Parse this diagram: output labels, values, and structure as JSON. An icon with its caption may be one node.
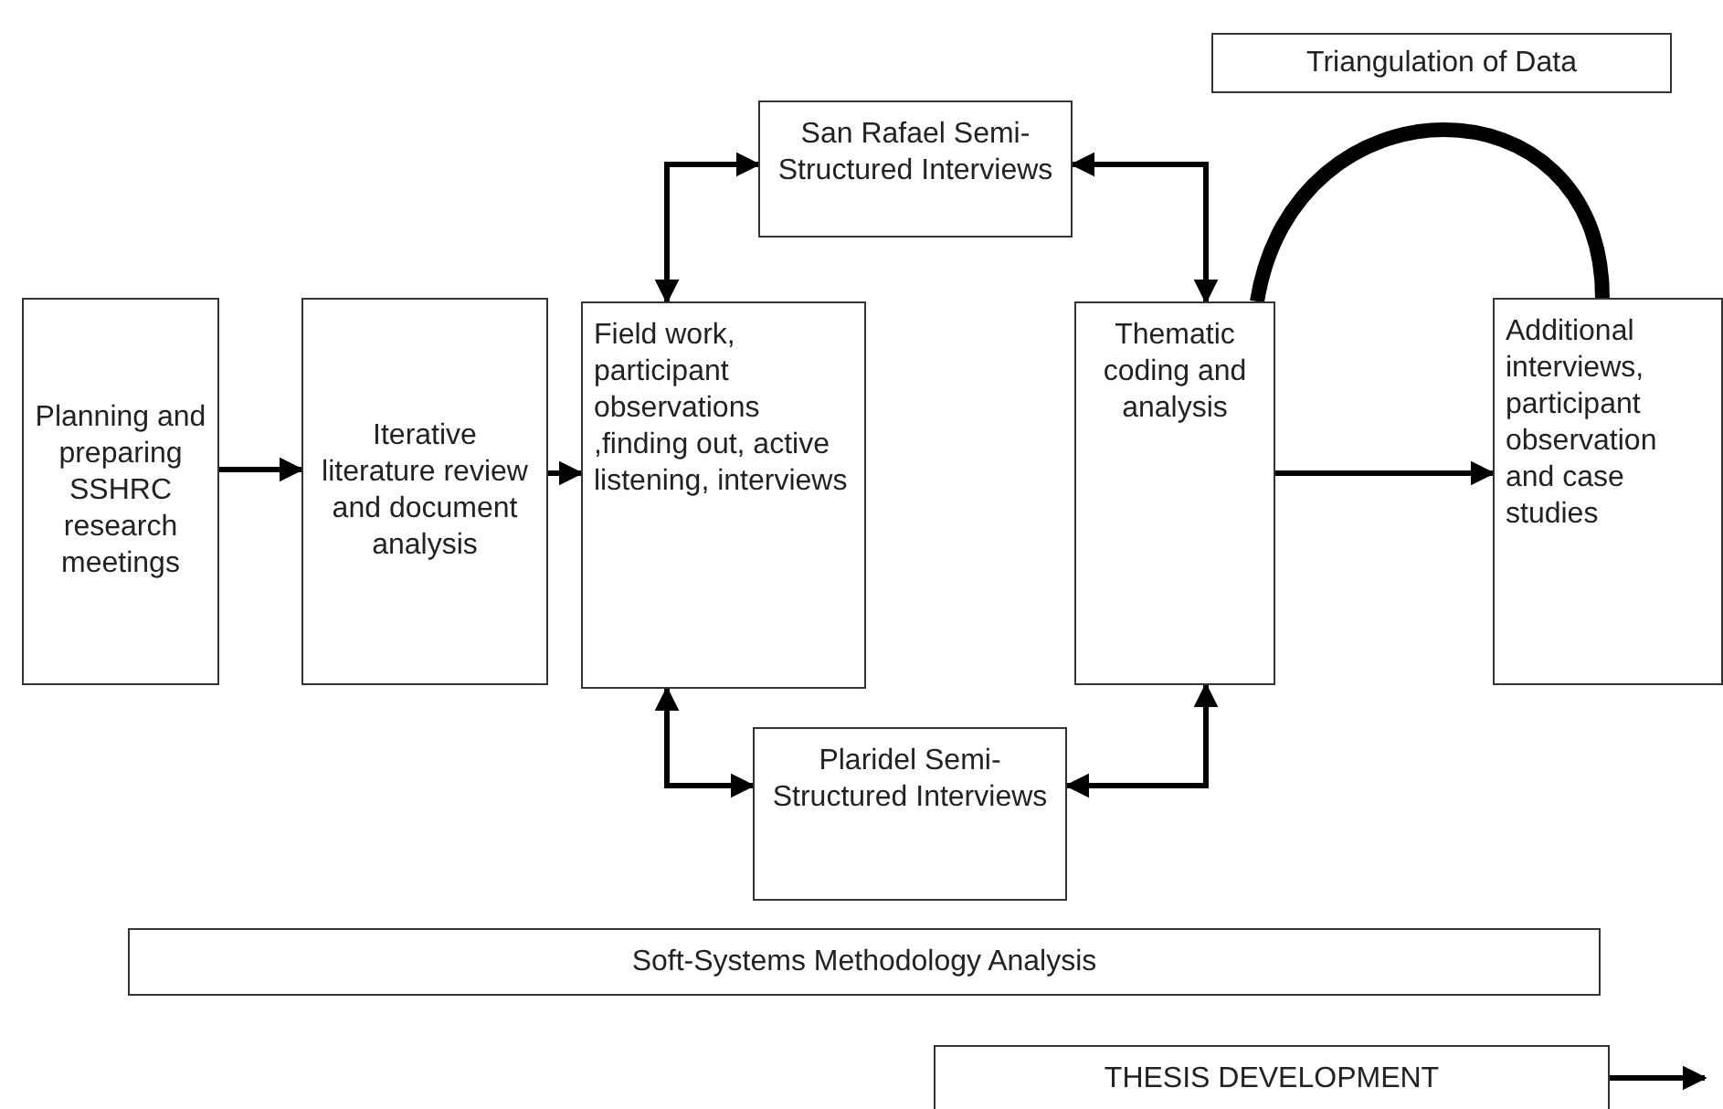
{
  "diagram": {
    "nodes": [
      {
        "text": [
          "Planning and preparing SSHRC research meetings"
        ]
      },
      {
        "text": [
          "Iterative literature review and document analysis"
        ]
      },
      {
        "text": [
          "Field work, participant observations ,finding out, active listening, interviews"
        ]
      },
      {
        "text": [
          "San Rafael Semi-Structured Interviews"
        ]
      },
      {
        "text": [
          "Thematic coding and analysis"
        ]
      },
      {
        "text": [
          "Additional interviews, participant observation and case studies"
        ]
      },
      {
        "text": [
          "Plaridel Semi-Structured Interviews"
        ]
      },
      {
        "text": [
          "Triangulation of Data"
        ]
      },
      {
        "text": [
          "Soft-Systems Methodology Analysis"
        ]
      },
      {
        "text": [
          "THESIS DEVELOPMENT"
        ]
      }
    ],
    "edges": [
      {
        "from": 0,
        "to": 1,
        "arrow": "to"
      },
      {
        "from": 1,
        "to": 2,
        "arrow": "to"
      },
      {
        "from": 2,
        "to": 3,
        "arrow": "both"
      },
      {
        "from": 3,
        "to": 4,
        "arrow": "both"
      },
      {
        "from": 2,
        "to": 6,
        "arrow": "both"
      },
      {
        "from": 6,
        "to": 4,
        "arrow": "both"
      },
      {
        "from": 4,
        "to": 5,
        "arrow": "to"
      },
      {
        "from": 4,
        "to": 5,
        "arrow": "none",
        "style": "thick"
      },
      {
        "from": 9,
        "to": null,
        "arrow": "to"
      }
    ]
  }
}
